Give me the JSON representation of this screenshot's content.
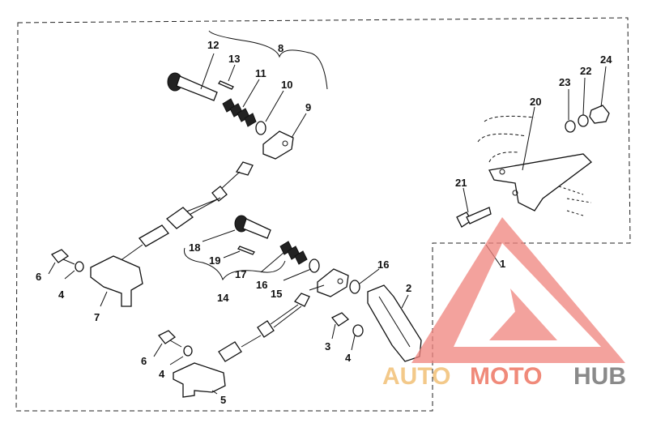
{
  "callouts": {
    "c1": "1",
    "c2": "2",
    "c3": "3",
    "c4a": "4",
    "c4b": "4",
    "c4c": "4",
    "c5": "5",
    "c6a": "6",
    "c6b": "6",
    "c7": "7",
    "c8": "8",
    "c9": "9",
    "c10": "10",
    "c11": "11",
    "c12": "12",
    "c13": "13",
    "c14": "14",
    "c15": "15",
    "c16a": "16",
    "c16b": "16",
    "c17": "17",
    "c18": "18",
    "c19": "19",
    "c20": "20",
    "c21": "21",
    "c22": "22",
    "c23": "23",
    "c24": "24"
  },
  "watermark": {
    "auto": "AUTO",
    "moto": "MOTO",
    "hub": "HUB",
    "color_auto": "#f3c98a",
    "color_moto": "#f08a7a",
    "color_hub": "#8a8a8a",
    "logo_color": "#f0837d"
  }
}
